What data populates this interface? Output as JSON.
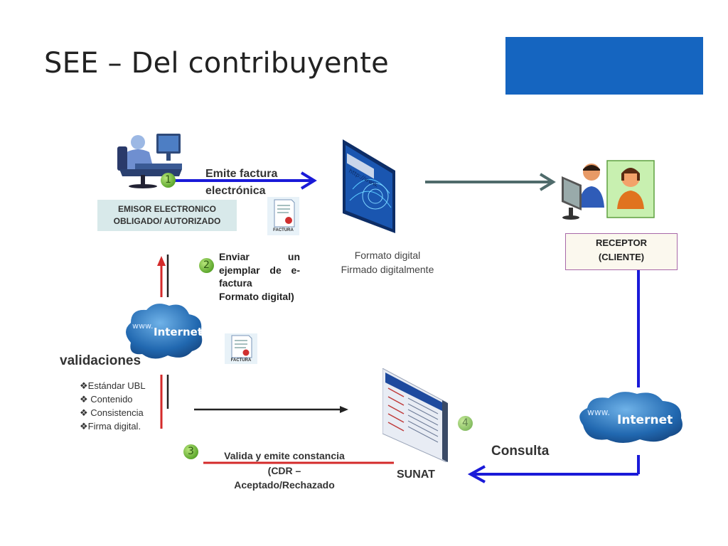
{
  "title": "SEE – Del contribuyente",
  "emisor": {
    "line1": "EMISOR ELECTRONICO",
    "line2": "OBLIGADO/ AUTORIZADO"
  },
  "receptor": {
    "line1": "RECEPTOR",
    "line2": "(CLIENTE)"
  },
  "steps": [
    "1",
    "2",
    "3",
    "4"
  ],
  "emite": {
    "line1": "Emite factura",
    "line2": "electrónica"
  },
  "enviar": {
    "line1": "Enviar un",
    "line2": "ejemplar de e-",
    "line3": "factura",
    "line4": "Formato digital)"
  },
  "formato": {
    "line1": "Formato  digital",
    "line2": "Firmado digitalmente"
  },
  "validaciones": {
    "title": "validaciones",
    "items": [
      "❖Estándar UBL",
      "❖ Contenido",
      "❖ Consistencia",
      "❖Firma digital."
    ]
  },
  "valida": {
    "line1": "Valida y emite constancia",
    "line2": "(CDR –",
    "line3": "Aceptado/Rechazado"
  },
  "sunat": "SUNAT",
  "consulta": "Consulta",
  "internet_label": "Internet",
  "www_label": "www.",
  "factura_label": "FACTURA",
  "url_label": "http://www.",
  "colors": {
    "blue_arrow": "#1a1ad8",
    "red_line": "#d42a2a",
    "gray_arrow": "#4f6b6b",
    "header_block": "#1565c0"
  }
}
